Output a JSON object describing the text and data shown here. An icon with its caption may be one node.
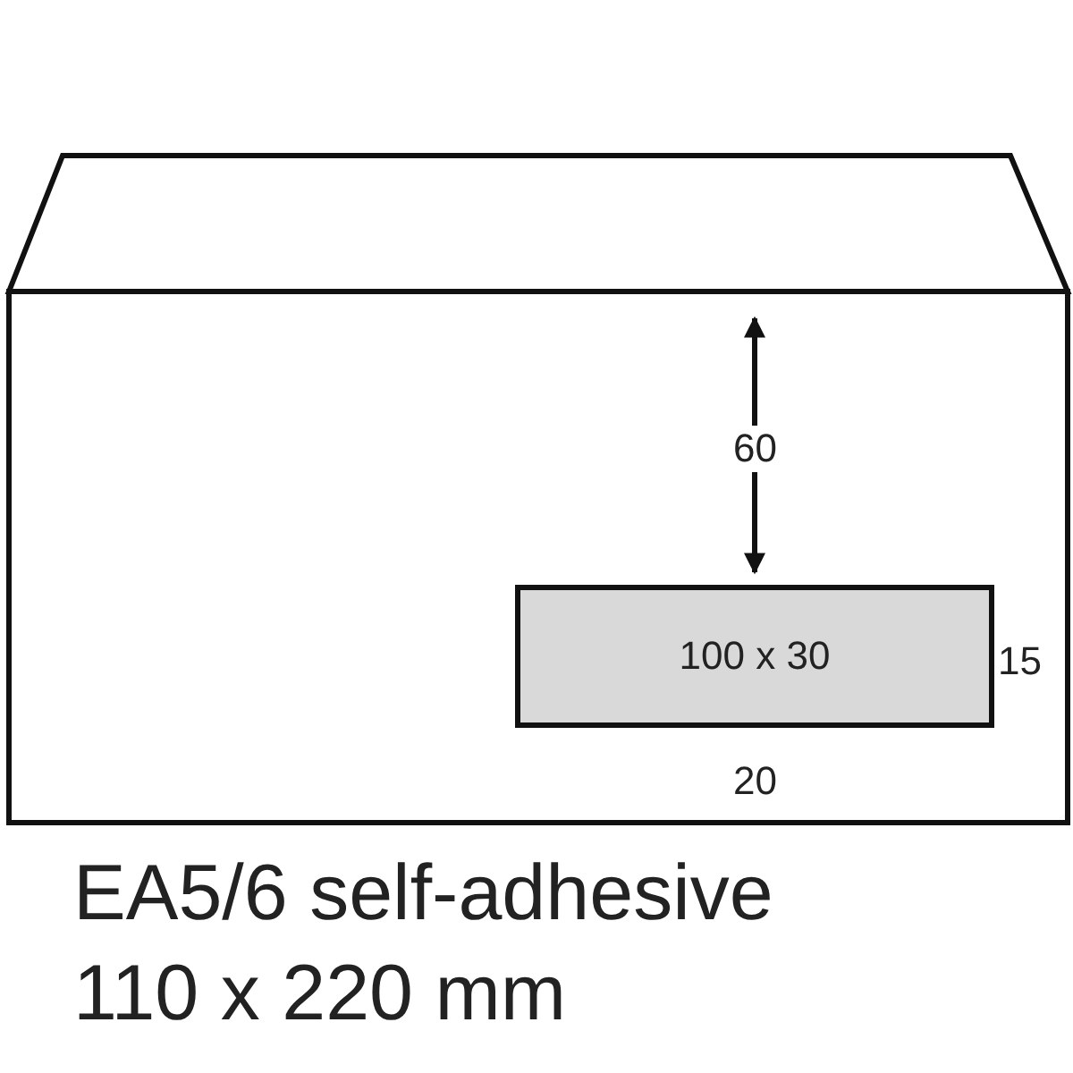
{
  "diagram": {
    "nodes": [
      {
        "text": [
          "100 x 30"
        ]
      }
    ],
    "labels": [
      "60",
      "15",
      "20",
      "EA5/6 self-adhesive",
      "110 x 220 mm"
    ]
  }
}
